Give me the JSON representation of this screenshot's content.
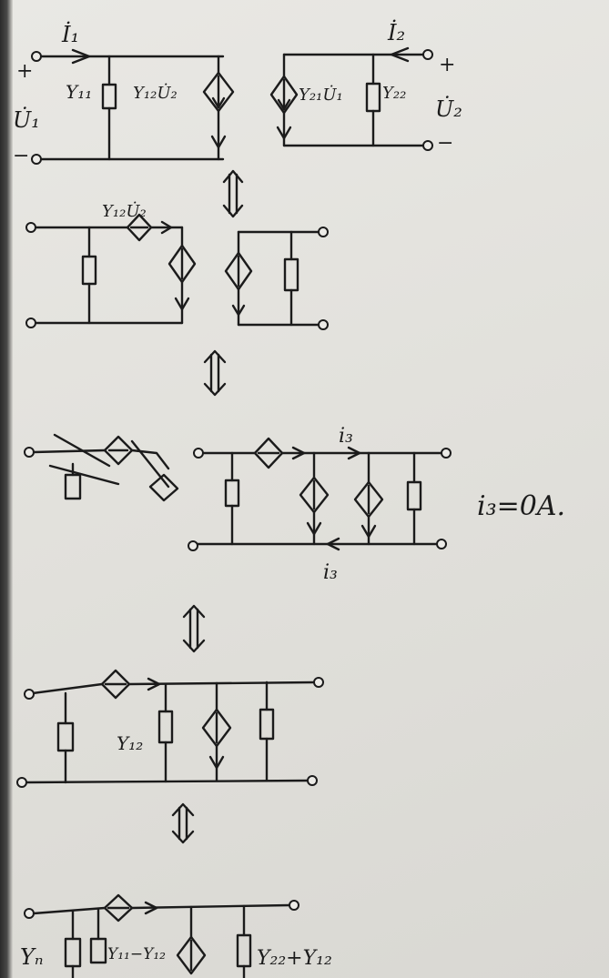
{
  "panel1": {
    "left": {
      "current_label": "İ₁",
      "plus": "+",
      "minus": "−",
      "voltage_label": "U̇₁",
      "admittance_label": "Y₁₁",
      "source_label": "Y₁₂U̇₂"
    },
    "right": {
      "current_label": "İ₂",
      "plus": "+",
      "minus": "−",
      "voltage_label": "U̇₂",
      "source_label": "Y₂₁U̇₁",
      "admittance_label": "Y₂₂"
    }
  },
  "panel2": {
    "source_label": "Y₁₂U̇₂"
  },
  "panel3": {
    "top_current": "i₃",
    "bottom_current": "i₃",
    "note": "i₃=0A."
  },
  "panel4": {
    "admittance_label": "Y₁₂"
  },
  "panel5": {
    "left_label": "Yₙ",
    "middle_label": "Y₁₁−Y₁₂",
    "right_label": "Y₂₂+Y₁₂"
  }
}
